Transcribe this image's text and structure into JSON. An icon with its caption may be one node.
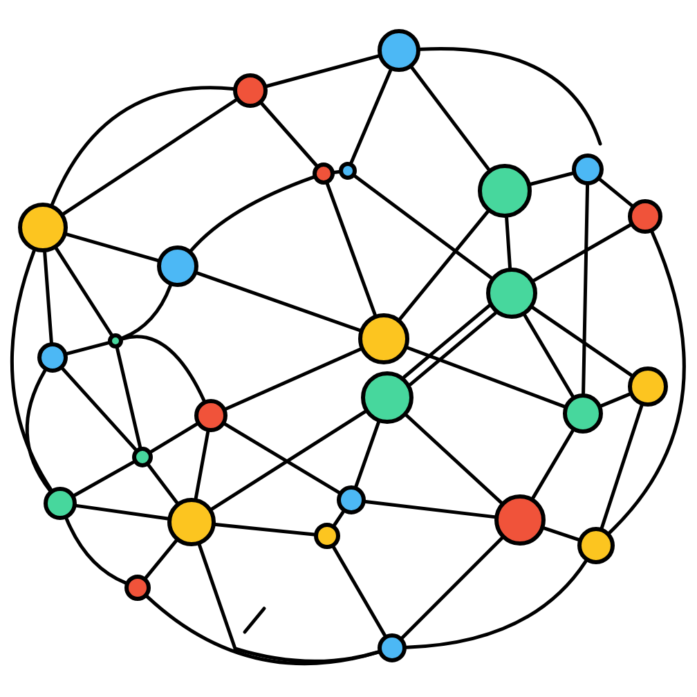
{
  "diagram": {
    "nodes": [
      {
        "text": [],
        "shape": "circle"
      },
      {
        "text": [],
        "shape": "circle"
      },
      {
        "text": [],
        "shape": "circle"
      },
      {
        "text": [],
        "shape": "circle"
      },
      {
        "text": [],
        "shape": "circle"
      },
      {
        "text": [],
        "shape": "circle"
      },
      {
        "text": [],
        "shape": "circle"
      },
      {
        "text": [],
        "shape": "circle"
      },
      {
        "text": [],
        "shape": "circle"
      },
      {
        "text": [],
        "shape": "circle"
      },
      {
        "text": [],
        "shape": "circle"
      },
      {
        "text": [],
        "shape": "circle"
      },
      {
        "text": [],
        "shape": "circle"
      },
      {
        "text": [],
        "shape": "circle"
      },
      {
        "text": [],
        "shape": "circle"
      },
      {
        "text": [],
        "shape": "circle"
      },
      {
        "text": [],
        "shape": "circle"
      },
      {
        "text": [],
        "shape": "circle"
      },
      {
        "text": [],
        "shape": "circle"
      },
      {
        "text": [],
        "shape": "circle"
      },
      {
        "text": [],
        "shape": "circle"
      },
      {
        "text": [],
        "shape": "circle"
      },
      {
        "text": [],
        "shape": "circle"
      },
      {
        "text": [],
        "shape": "circle"
      },
      {
        "text": [],
        "shape": "circle"
      },
      {
        "text": [],
        "shape": "circle"
      }
    ],
    "edges": [
      {
        "from": 1,
        "to": 0,
        "arrow": "none"
      },
      {
        "from": 0,
        "to": 3,
        "arrow": "none"
      },
      {
        "from": 0,
        "to": 4,
        "arrow": "none"
      },
      {
        "from": 0,
        "to": null,
        "arrow": "none"
      },
      {
        "from": 1,
        "to": 2,
        "arrow": "none"
      },
      {
        "from": 1,
        "to": 7,
        "arrow": "none"
      },
      {
        "from": 1,
        "to": 7,
        "arrow": "none"
      },
      {
        "from": 2,
        "to": 3,
        "arrow": "none"
      },
      {
        "from": 2,
        "to": 8,
        "arrow": "none"
      },
      {
        "from": 2,
        "to": 10,
        "arrow": "none"
      },
      {
        "from": 3,
        "to": 9,
        "arrow": "none"
      },
      {
        "from": 4,
        "to": 5,
        "arrow": "none"
      },
      {
        "from": 4,
        "to": 9,
        "arrow": "none"
      },
      {
        "from": 4,
        "to": 10,
        "arrow": "none"
      },
      {
        "from": 5,
        "to": 6,
        "arrow": "none"
      },
      {
        "from": 5,
        "to": 16,
        "arrow": "none"
      },
      {
        "from": 6,
        "to": 9,
        "arrow": "none"
      },
      {
        "from": 6,
        "to": 23,
        "arrow": "none"
      },
      {
        "from": 7,
        "to": 8,
        "arrow": "none"
      },
      {
        "from": 7,
        "to": 12,
        "arrow": "none"
      },
      {
        "from": 7,
        "to": 11,
        "arrow": "none"
      },
      {
        "from": 7,
        "to": 18,
        "arrow": "none"
      },
      {
        "from": 8,
        "to": 10,
        "arrow": "none"
      },
      {
        "from": 8,
        "to": 11,
        "arrow": "none"
      },
      {
        "from": 9,
        "to": 14,
        "arrow": "none"
      },
      {
        "from": 9,
        "to": 16,
        "arrow": "none"
      },
      {
        "from": 9,
        "to": 13,
        "arrow": "none"
      },
      {
        "from": 10,
        "to": 15,
        "arrow": "none"
      },
      {
        "from": 10,
        "to": 16,
        "arrow": "none"
      },
      {
        "from": 11,
        "to": 12,
        "arrow": "none"
      },
      {
        "from": 11,
        "to": 17,
        "arrow": "none"
      },
      {
        "from": 11,
        "to": 15,
        "arrow": "none"
      },
      {
        "from": 12,
        "to": 17,
        "arrow": "none"
      },
      {
        "from": 12,
        "to": 18,
        "arrow": "none"
      },
      {
        "from": 13,
        "to": 16,
        "arrow": "none"
      },
      {
        "from": 13,
        "to": 23,
        "arrow": "none"
      },
      {
        "from": 14,
        "to": 19,
        "arrow": "none"
      },
      {
        "from": 14,
        "to": 20,
        "arrow": "none"
      },
      {
        "from": 14,
        "to": 21,
        "arrow": "none"
      },
      {
        "from": 15,
        "to": 17,
        "arrow": "none"
      },
      {
        "from": 15,
        "to": 20,
        "arrow": "none"
      },
      {
        "from": 15,
        "to": 19,
        "arrow": "none"
      },
      {
        "from": 16,
        "to": 21,
        "arrow": "none"
      },
      {
        "from": 17,
        "to": 18,
        "arrow": "none"
      },
      {
        "from": 17,
        "to": 20,
        "arrow": "none"
      },
      {
        "from": 18,
        "to": 20,
        "arrow": "none"
      },
      {
        "from": 18,
        "to": 24,
        "arrow": "none"
      },
      {
        "from": 24,
        "to": 25,
        "arrow": "none"
      },
      {
        "from": 25,
        "to": 23,
        "arrow": "none"
      },
      {
        "from": 20,
        "to": 22,
        "arrow": "none"
      },
      {
        "from": 20,
        "to": 24,
        "arrow": "none"
      },
      {
        "from": 20,
        "to": 25,
        "arrow": "none"
      },
      {
        "from": 19,
        "to": 22,
        "arrow": "none"
      },
      {
        "from": 19,
        "to": 21,
        "arrow": "none"
      },
      {
        "from": 22,
        "to": 25,
        "arrow": "none"
      },
      {
        "from": 21,
        "to": 25,
        "arrow": "none"
      },
      {
        "from": 21,
        "to": 23,
        "arrow": "none"
      },
      {
        "from": 9,
        "to": 14,
        "arrow": "none"
      }
    ]
  }
}
